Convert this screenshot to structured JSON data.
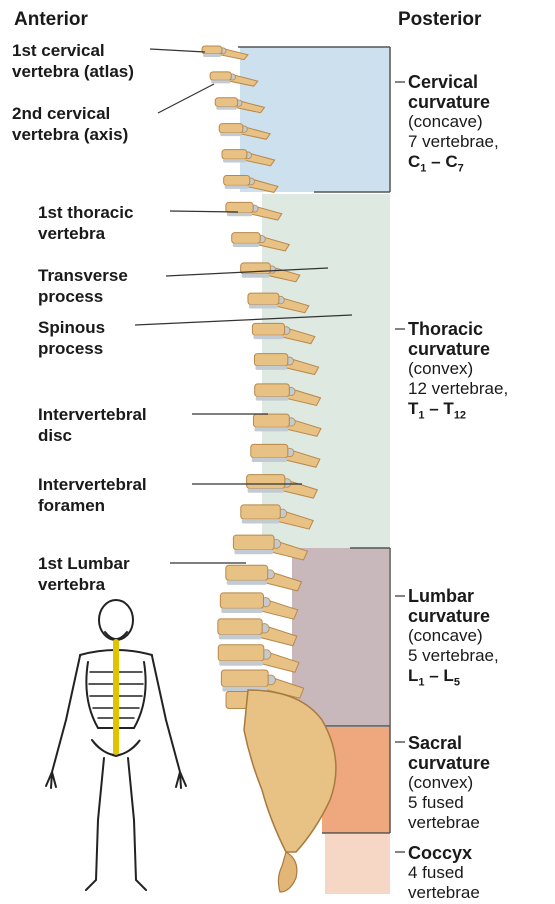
{
  "headers": {
    "anterior": "Anterior",
    "posterior": "Posterior"
  },
  "labels": [
    {
      "id": "atlas",
      "lines": [
        "1st cervical",
        "vertebra (atlas)"
      ]
    },
    {
      "id": "axis",
      "lines": [
        "2nd cervical",
        "vertebra (axis)"
      ]
    },
    {
      "id": "t1",
      "lines": [
        "1st thoracic",
        "vertebra"
      ]
    },
    {
      "id": "transverse",
      "lines": [
        "Transverse",
        "process"
      ]
    },
    {
      "id": "spinous",
      "lines": [
        "Spinous",
        "process"
      ]
    },
    {
      "id": "disc",
      "lines": [
        "Intervertebral",
        "disc"
      ]
    },
    {
      "id": "foramen",
      "lines": [
        "Intervertebral",
        "foramen"
      ]
    },
    {
      "id": "l1",
      "lines": [
        "1st Lumbar",
        "vertebra"
      ]
    }
  ],
  "regions": {
    "cervical": {
      "title1": "Cervical",
      "title2": "curvature",
      "shape": "(concave)",
      "count": "7 vertebrae,",
      "f1": "C",
      "s1": "1",
      "dash": " – ",
      "f2": "C",
      "s2": "7",
      "color": "#cde0ee"
    },
    "thoracic": {
      "title1": "Thoracic",
      "title2": "curvature",
      "shape": "(convex)",
      "count": "12 vertebrae,",
      "f1": "T",
      "s1": "1",
      "dash": " – ",
      "f2": "T",
      "s2": "12",
      "color": "#dde9e1"
    },
    "lumbar": {
      "title1": "Lumbar",
      "title2": "curvature",
      "shape": "(concave)",
      "count": "5 vertebrae,",
      "f1": "L",
      "s1": "1",
      "dash": " – ",
      "f2": "L",
      "s2": "5",
      "color": "#c8b8bb"
    },
    "sacral": {
      "title1": "Sacral",
      "title2": "curvature",
      "shape": "(convex)",
      "count": "5 fused",
      "count2": "vertebrae",
      "color": "#efa77d"
    },
    "coccyx": {
      "title1": "Coccyx",
      "count": "4 fused",
      "count2": "vertebrae",
      "color": "#f6d6c4"
    }
  },
  "colors": {
    "bone": "#e8c184",
    "bone_dark": "#b8884a",
    "disc": "#c3cbd2",
    "text": "#1a1a1a",
    "line": "#333333"
  }
}
